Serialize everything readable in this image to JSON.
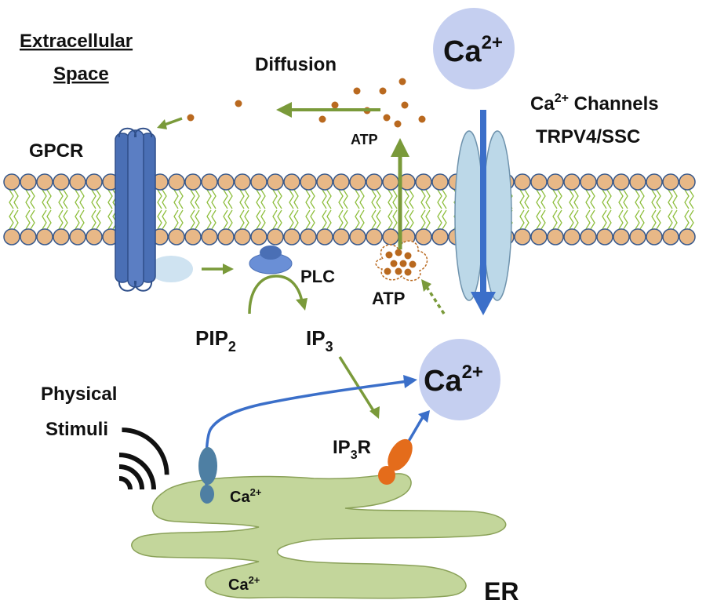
{
  "labels": {
    "extracellular_line1": "Extracellular",
    "extracellular_line2": "Space",
    "diffusion": "Diffusion",
    "ca_top": "Ca",
    "ca_top_sup": "2+",
    "channels_line1_ca": "Ca",
    "channels_line1_sup": "2+",
    "channels_line1_rest": " Channels",
    "channels_line2": "TRPV4/SSC",
    "gpcr": "GPCR",
    "atp_upper": "ATP",
    "atp_lower": "ATP",
    "plc": "PLC",
    "pip": "PIP",
    "pip_sub": "2",
    "ip": "IP",
    "ip_sub": "3",
    "ca_mid": "Ca",
    "ca_mid_sup": "2+",
    "physical_line1": "Physical",
    "physical_line2": "Stimuli",
    "ip3r_ip": "IP",
    "ip3r_sub": "3",
    "ip3r_r": "R",
    "er_ca1": "Ca",
    "er_ca1_sup": "2+",
    "er_ca2": "Ca",
    "er_ca2_sup": "2+",
    "er": "ER"
  },
  "colors": {
    "head": "#e8b887",
    "head_stroke": "#3a5a8c",
    "tail": "#8fbf3f",
    "gpcr": "#4a6fb5",
    "gpcr_stroke": "#2f4f8a",
    "channel": "#bcd8e8",
    "channel_stroke": "#6f93ad",
    "calcium": "#c5cff0",
    "green_arrow": "#7a9a3a",
    "blue_arrow": "#3b6fc9",
    "atp_dot": "#b9691f",
    "er_fill": "#c3d69b",
    "er_stroke": "#8aa158",
    "ip3r": "#e46c1b",
    "sensor": "#4e7fa3",
    "plc": "#6a8fd6"
  }
}
